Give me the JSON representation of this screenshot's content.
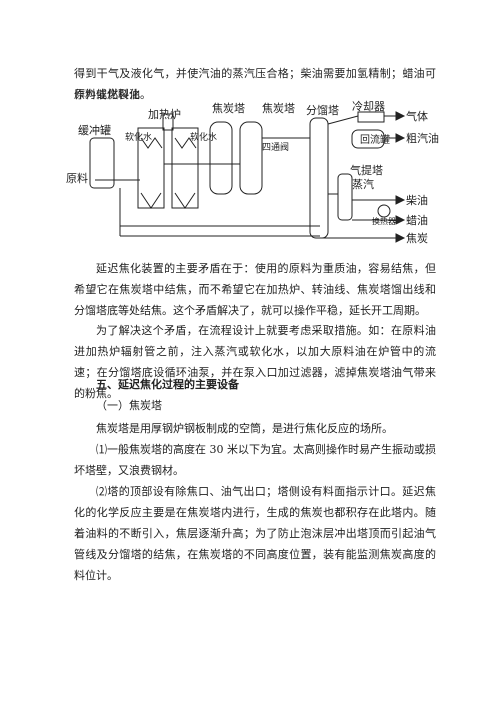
{
  "intro": {
    "line1": "得到干气及液化气，并使汽油的蒸汽压合格；柴油需要加氢精制；蜡油可作为催化裂化",
    "line2": "原料或燃料油。"
  },
  "diagram": {
    "labels": {
      "heating_furnace": "加热炉",
      "coke_tower_1": "焦炭塔",
      "coke_tower_2": "焦炭塔",
      "fractionator": "分馏塔",
      "cooler": "冷却器",
      "buffer_tank": "缓冲罐",
      "soft_water_1": "软化水",
      "soft_water_2": "软化水",
      "four_way_valve": "四通阀",
      "reflux_tank": "回流罐",
      "gas": "气体",
      "crude_gasoline": "粗汽油",
      "feedstock": "原料",
      "stripper": "气提塔",
      "steam": "蒸汽",
      "heat_exchanger": "换热器",
      "diesel": "柴油",
      "wax_oil": "蜡油",
      "coke": "焦炭"
    }
  },
  "body": {
    "p1": "延迟焦化装置的主要矛盾在于：使用的原料为重质油，容易结焦，但希望它在焦炭塔中结焦，而不希望它在加热炉、转油线、焦炭塔馏出线和分馏塔底等处结焦。这个矛盾解决了，就可以操作平稳，延长开工周期。",
    "p2": "为了解决这个矛盾，在流程设计上就要考虑采取措施。如：在原料油进加热炉辐射管之前，注入蒸汽或软化水，以加大原料油在炉管中的流速；在分馏塔底设循环油泵，并在泵入口加过滤器，滤掉焦炭塔油气带来的粉焦。",
    "section_heading": "五、延迟焦化过程的主要设备",
    "subheading": "（一）焦炭塔",
    "p3": "焦炭塔是用厚钢炉钢板制成的空筒，是进行焦化反应的场所。",
    "p4": "⑴一般焦炭塔的高度在 30 米以下为宜。太高则操作时易产生振动或损坏塔壁，又浪费钢材。",
    "p5": "⑵塔的顶部设有除焦口、油气出口；塔侧设有料面指示计口。延迟焦化的化学反应主要是在焦炭塔内进行，生成的焦炭也都积存在此塔内。随着油料的不断引入，焦层逐渐升高；为了防止泡沫层冲出塔顶而引起油气管线及分馏塔的结焦，在焦炭塔的不同高度位置，装有能监测焦炭高度的料位计。"
  }
}
